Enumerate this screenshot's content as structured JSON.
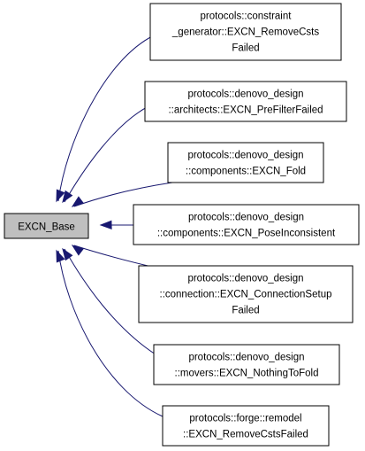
{
  "base_class": {
    "name": "EXCN_Base"
  },
  "derived_classes": [
    {
      "lines": [
        "protocols::constraint",
        "_generator::EXCN_RemoveCsts",
        "Failed"
      ]
    },
    {
      "lines": [
        "protocols::denovo_design",
        "::architects::EXCN_PreFilterFailed"
      ]
    },
    {
      "lines": [
        "protocols::denovo_design",
        "::components::EXCN_Fold"
      ]
    },
    {
      "lines": [
        "protocols::denovo_design",
        "::components::EXCN_PoseInconsistent"
      ]
    },
    {
      "lines": [
        "protocols::denovo_design",
        "::connection::EXCN_ConnectionSetup",
        "Failed"
      ]
    },
    {
      "lines": [
        "protocols::denovo_design",
        "::movers::EXCN_NothingToFold"
      ]
    },
    {
      "lines": [
        "protocols::forge::remodel",
        "::EXCN_RemoveCstsFailed"
      ]
    }
  ],
  "colors": {
    "base_fill": "#bfbfbf",
    "node_fill": "#ffffff",
    "border": "#000000",
    "edge": "#191970"
  }
}
